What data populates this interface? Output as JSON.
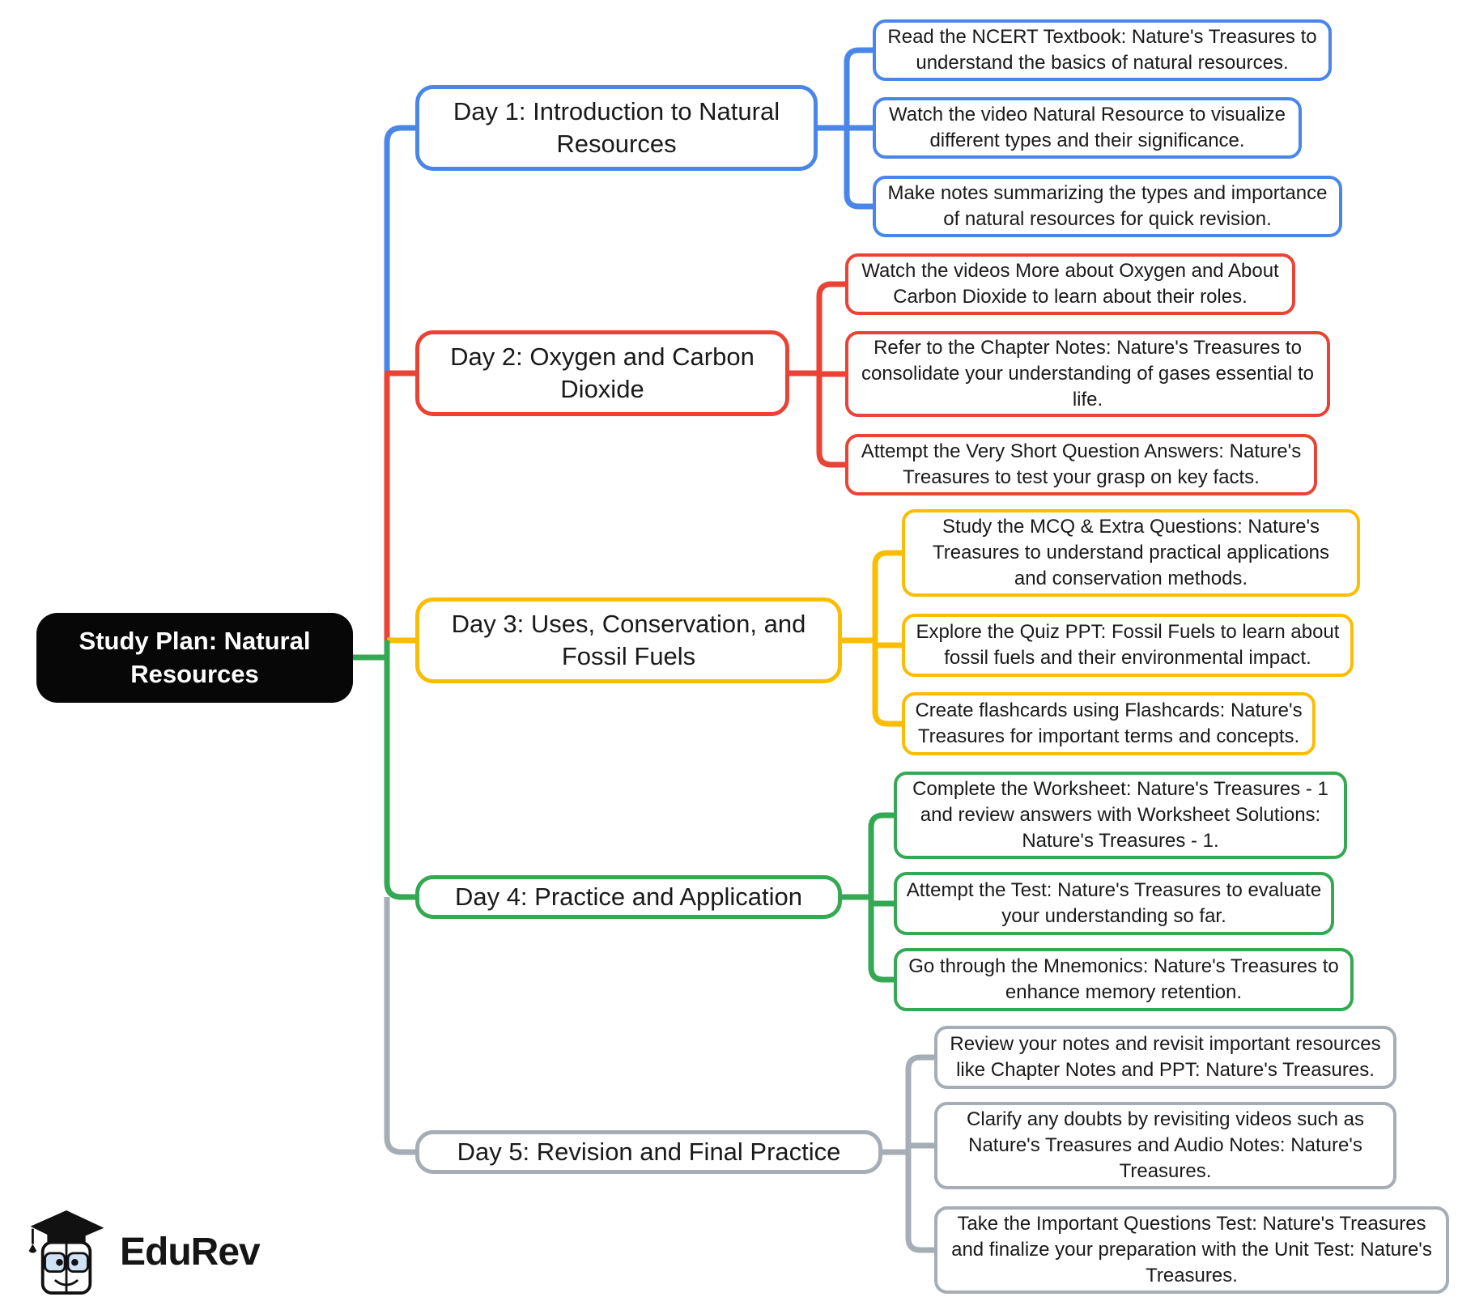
{
  "root": {
    "label": "Study Plan: Natural Resources",
    "bg": "#070707",
    "text_color": "#ffffff"
  },
  "branches": [
    {
      "label": "Day 1: Introduction to Natural Resources",
      "color": "#4a86e8",
      "children": [
        "Read the NCERT Textbook: Nature's Treasures to understand the basics of natural resources.",
        "Watch the video Natural Resource to visualize different types and their significance.",
        "Make notes summarizing the types and importance of natural resources for quick revision."
      ]
    },
    {
      "label": "Day 2: Oxygen and Carbon Dioxide",
      "color": "#ea4335",
      "children": [
        "Watch the videos More about Oxygen and About Carbon Dioxide to learn about their roles.",
        "Refer to the Chapter Notes: Nature's Treasures to consolidate your understanding of gases essential to life.",
        "Attempt the Very Short Question Answers: Nature's Treasures to test your grasp on key facts."
      ]
    },
    {
      "label": "Day 3: Uses, Conservation, and Fossil Fuels",
      "color": "#fbbc04",
      "children": [
        "Study the MCQ & Extra Questions: Nature's Treasures to understand practical applications and conservation methods.",
        "Explore the Quiz PPT: Fossil Fuels to learn about fossil fuels and their environmental impact.",
        "Create flashcards using Flashcards: Nature's Treasures for important terms and concepts."
      ]
    },
    {
      "label": "Day 4: Practice and Application",
      "color": "#34a853",
      "children": [
        "Complete the Worksheet: Nature's Treasures - 1 and review answers with Worksheet Solutions: Nature's Treasures - 1.",
        "Attempt the Test: Nature's Treasures to evaluate your understanding so far.",
        "Go through the Mnemonics: Nature's Treasures to enhance memory retention."
      ]
    },
    {
      "label": "Day 5: Revision and Final Practice",
      "color": "#a6adb4",
      "children": [
        "Review your notes and revisit important resources like Chapter Notes and PPT: Nature's Treasures.",
        "Clarify any doubts by revisiting videos such as Nature's Treasures and Audio Notes: Nature's Treasures.",
        "Take the Important Questions Test: Nature's Treasures and finalize your preparation with the Unit Test: Nature's Treasures."
      ]
    }
  ],
  "logo": {
    "text": "EduRev"
  }
}
